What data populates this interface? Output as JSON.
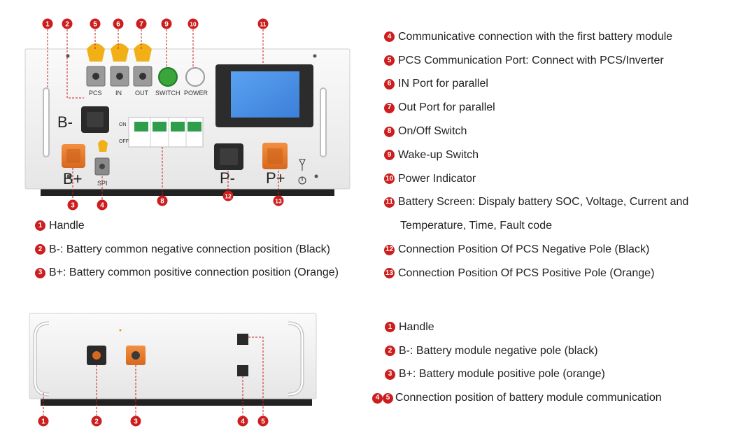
{
  "top_panel": {
    "terminal_labels": {
      "b_minus": "B-",
      "b_plus": "B+",
      "p_minus": "P-",
      "p_plus": "P+"
    },
    "port_labels": [
      "PCS",
      "IN",
      "OUT"
    ],
    "button_labels": [
      "SWITCH",
      "POWER"
    ],
    "breaker_labels": {
      "on": "ON",
      "off": "OFF"
    },
    "spi_label": "SPI",
    "callouts": [
      "1",
      "2",
      "3",
      "4",
      "5",
      "6",
      "7",
      "8",
      "9",
      "10",
      "11",
      "12",
      "13"
    ]
  },
  "bottom_panel": {
    "callouts": [
      "1",
      "2",
      "3",
      "4",
      "5"
    ]
  },
  "legend_left": [
    {
      "num": "1",
      "text": "Handle"
    },
    {
      "num": "2",
      "text": "B-: Battery common negative connection position (Black)"
    },
    {
      "num": "3",
      "text": "B+: Battery common positive connection position (Orange)"
    }
  ],
  "legend_right": [
    {
      "num": "4",
      "text": "Communicative connection with the first battery module"
    },
    {
      "num": "5",
      "text": "PCS Communication Port: Connect with PCS/Inverter"
    },
    {
      "num": "6",
      "text": "IN Port for parallel"
    },
    {
      "num": "7",
      "text": "Out Port for parallel"
    },
    {
      "num": "8",
      "text": "On/Off Switch"
    },
    {
      "num": "9",
      "text": "Wake-up Switch"
    },
    {
      "num": "10",
      "text": "Power Indicator"
    },
    {
      "num": "11",
      "text": "Battery Screen: Dispaly battery SOC, Voltage, Current and"
    },
    {
      "num": "",
      "text": "Temperature, Time, Fault code"
    },
    {
      "num": "12",
      "text": "Connection Position Of PCS Negative Pole (Black)"
    },
    {
      "num": "13",
      "text": "Connection Position Of PCS Positive Pole (Orange)"
    }
  ],
  "legend_bottom": [
    {
      "nums": [
        "1"
      ],
      "text": "Handle"
    },
    {
      "nums": [
        "2"
      ],
      "text": "B-: Battery module negative pole (black)"
    },
    {
      "nums": [
        "3"
      ],
      "text": "B+: Battery module positive pole (orange)"
    },
    {
      "nums": [
        "4",
        "5"
      ],
      "text": "Connection position of battery module communication"
    }
  ],
  "colors": {
    "callout_red": "#cc1e1e",
    "terminal_orange": "#e8792e",
    "terminal_black": "#2a2a2a",
    "screen_blue": "#4a8fe8",
    "wake_button_green": "#3aa53a",
    "breaker_green": "#2e9e4a",
    "panel": "#f3f3f3"
  }
}
